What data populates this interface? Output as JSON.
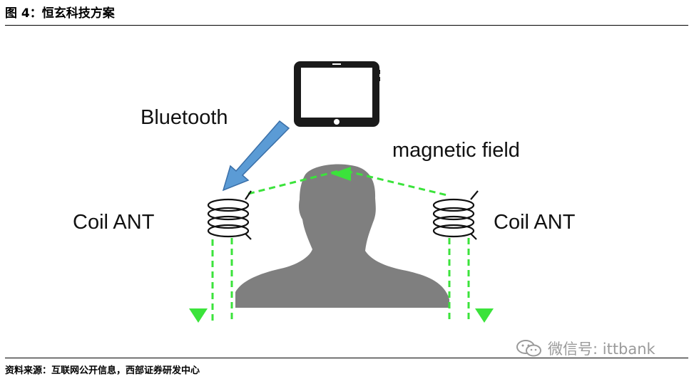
{
  "figure": {
    "title": "图 4：恒玄科技方案",
    "source": "资料来源：互联网公开信息，西部证券研发中心"
  },
  "diagram": {
    "labels": {
      "bluetooth": "Bluetooth",
      "magnetic_field": "magnetic field",
      "coil_left": "Coil ANT",
      "coil_right": "Coil ANT"
    },
    "colors": {
      "field_lines": "#3be33b",
      "arrow": "#5b9bd5",
      "arrow_outline": "#3a6fa8",
      "silhouette": "#7f7f7f",
      "tablet": "#1a1a1a"
    },
    "icons": [
      "tablet-icon",
      "coil-icon",
      "head-silhouette-icon",
      "wechat-icon"
    ]
  },
  "watermark": {
    "text": "微信号: ittbank"
  }
}
